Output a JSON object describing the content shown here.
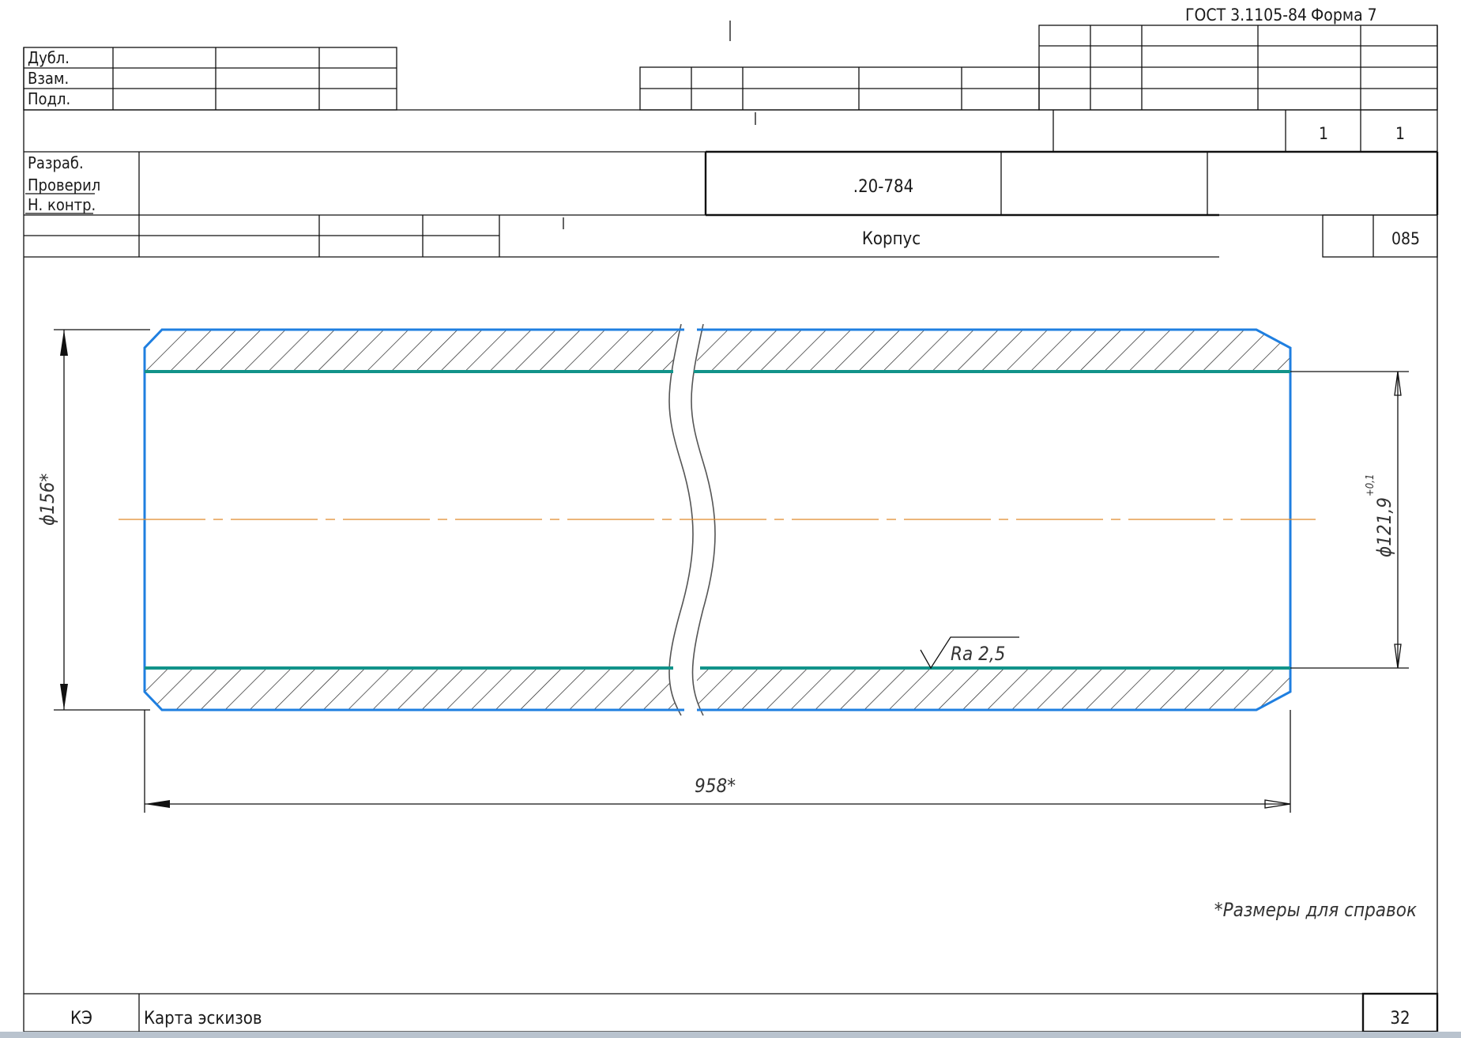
{
  "header": {
    "gost_label": "ГОСТ 3.1105-84",
    "form_label": "Форма 7"
  },
  "stamp_left": {
    "rows": [
      "Дубл.",
      "Взам.",
      "Подл."
    ]
  },
  "sheet_info": {
    "sheet_number": "1",
    "sheets_total": "1"
  },
  "title_block": {
    "roles": [
      "Разраб.",
      "Проверил",
      "Н. контр."
    ],
    "document_code": ".20-784",
    "part_name": "Корпус",
    "operation_code": "085"
  },
  "drawing": {
    "dim_outer_diameter": "ϕ156*",
    "dim_inner_diameter": "ϕ121,9",
    "dim_inner_tolerance": "+0,1",
    "dim_length": "958*",
    "roughness": "Ra 2,5",
    "note": "*Размеры для справок",
    "colors": {
      "contour": "#1f7fe0",
      "bore": "#12938a",
      "axis": "#e08a2a",
      "hatch": "#222222"
    }
  },
  "footer": {
    "doc_type": "КЭ",
    "doc_title": "Карта эскизов",
    "page_number": "32"
  }
}
